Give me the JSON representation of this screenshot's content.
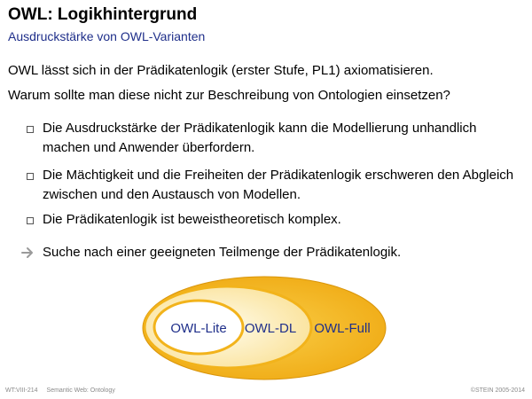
{
  "slide": {
    "title": "OWL: Logikhintergrund",
    "subtitle": "Ausdruckstärke von OWL-Varianten"
  },
  "body": {
    "intro_1": "OWL lässt sich in der Prädikatenlogik (erster Stufe, PL1) axiomatisieren.",
    "intro_2": "Warum sollte man diese nicht zur Beschreibung von Ontologien einsetzen?",
    "bullets": [
      "Die Ausdruckstärke der Prädikatenlogik kann die Modellierung unhandlich machen und Anwender überfordern.",
      "Die Mächtigkeit und die Freiheiten der Prädikatenlogik erschweren den Abgleich zwischen und den Austausch von Modellen.",
      "Die Prädikatenlogik ist beweistheoretisch komplex."
    ],
    "conclusion": "Suche nach einer geeigneten Teilmenge der Prädikatenlogik."
  },
  "diagram": {
    "sets": [
      {
        "label": "OWL-Full",
        "fill": "#f2b31b"
      },
      {
        "label": "OWL-DL",
        "fill": "#fbe7a8"
      },
      {
        "label": "OWL-Lite",
        "fill": "#ffffff"
      }
    ],
    "label_color": "#1f2f8a"
  },
  "footer": {
    "slide_id": "WT:VIII-214",
    "section": "Semantic Web: Ontology",
    "copyright": "©STEIN 2005-2014"
  }
}
